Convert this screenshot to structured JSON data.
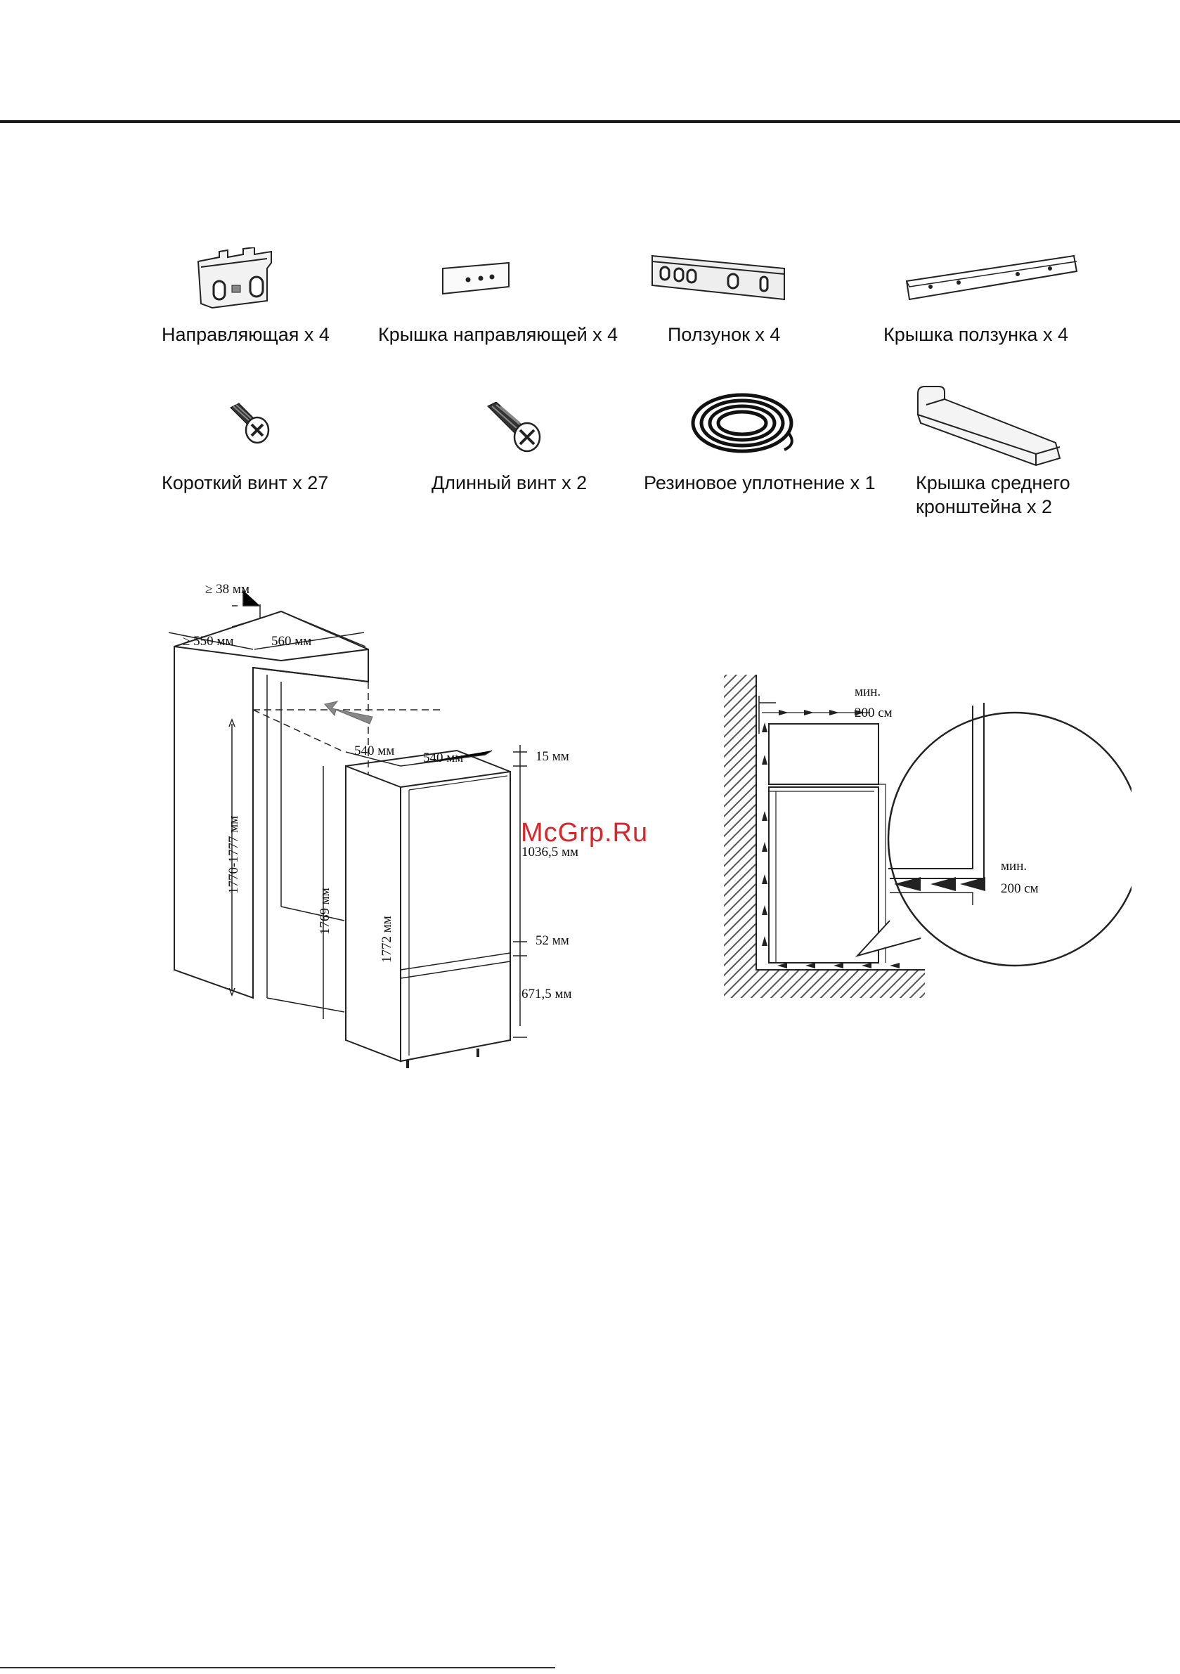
{
  "parts": [
    {
      "label": "Направляющая x 4",
      "icon": "guide-bracket-icon"
    },
    {
      "label": "Крышка направляющей x 4",
      "icon": "guide-cover-icon"
    },
    {
      "label": "Ползунок x 4",
      "icon": "slider-rail-icon"
    },
    {
      "label": "Крышка ползунка x 4",
      "icon": "slider-cover-icon"
    },
    {
      "label": "Короткий винт x 27",
      "icon": "short-screw-icon"
    },
    {
      "label": "Длинный винт x 2",
      "icon": "long-screw-icon"
    },
    {
      "label": "Резиновое уплотнение x 1",
      "icon": "rubber-seal-icon"
    },
    {
      "label": "Крышка среднего кронштейна x 2",
      "icon": "middle-bracket-cover-icon"
    }
  ],
  "installation": {
    "depth_min": "≥ 38 мм",
    "cabinet_depth": "≥ 550 мм",
    "cabinet_width": "560 мм",
    "appliance_depth": "540 мм",
    "appliance_width": "540 мм",
    "niche_height": "1770-1777 мм",
    "inner_height": "1769 мм",
    "appliance_height": "1772 мм",
    "top_gap": "15 мм",
    "upper_door": "1036,5 мм",
    "middle_gap": "52 мм",
    "lower_door": "671,5 мм"
  },
  "ventilation": {
    "top_label_1": "мин.",
    "top_label_2": "200 см",
    "bottom_label_1": "мин.",
    "bottom_label_2": "200 см"
  },
  "watermark": "McGrp.Ru"
}
